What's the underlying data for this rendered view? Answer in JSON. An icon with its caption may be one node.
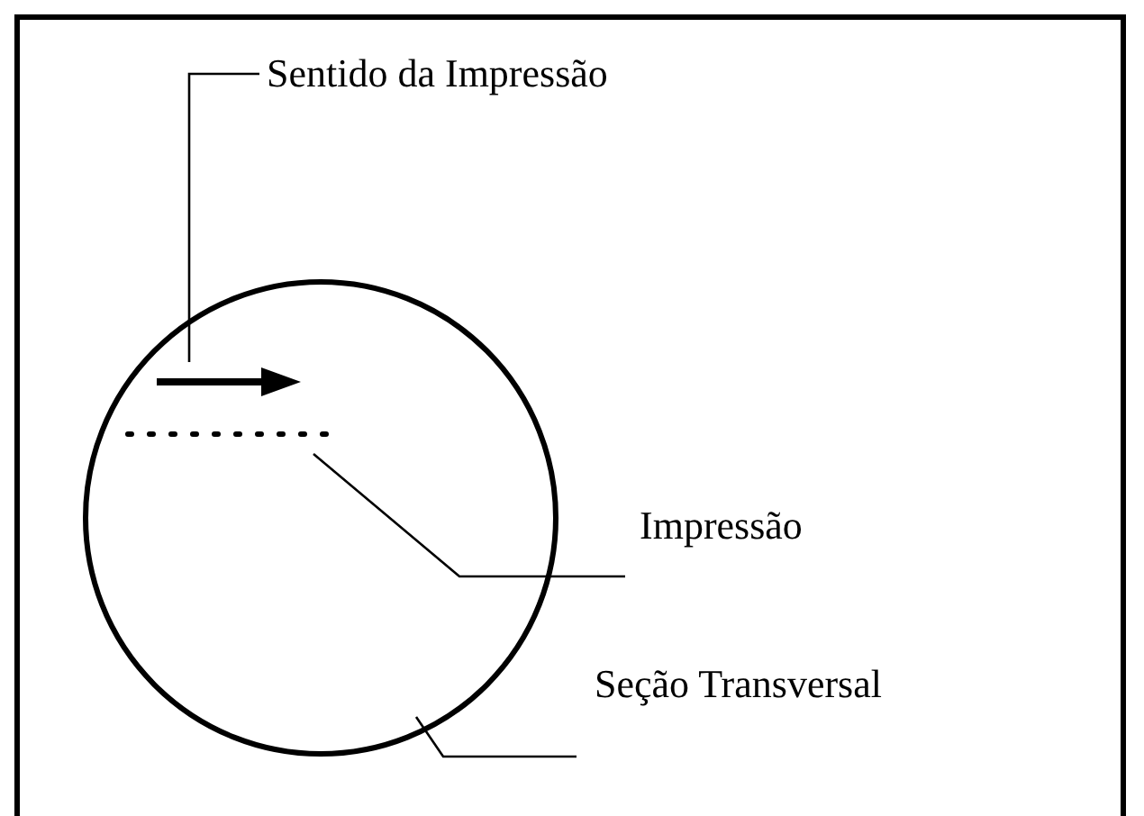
{
  "diagram": {
    "nodes": [
      {
        "text": [
          "Sentido da Impressão"
        ]
      },
      {
        "text": [],
        "shape": "circle"
      },
      {
        "text": [],
        "shape": "arrow",
        "in": 1
      },
      {
        "text": [],
        "shape": "line",
        "in": 1
      },
      {
        "text": [
          "Impressão"
        ]
      },
      {
        "text": [
          "Seção Transversal"
        ]
      }
    ],
    "edges": [
      {
        "from": 0,
        "to": 2,
        "arrow": "none"
      },
      {
        "from": 4,
        "to": 3,
        "arrow": "none"
      },
      {
        "from": 5,
        "to": 1,
        "arrow": "none"
      }
    ]
  }
}
